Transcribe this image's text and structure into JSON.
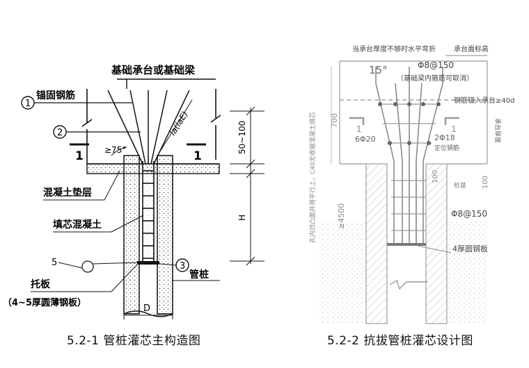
{
  "left": {
    "caption": "5.2-1   管桩灌芯主构造图",
    "label_top": "基础承台或基础梁",
    "label_anchor": "锚固钢筋",
    "num1": "1",
    "num2": "2",
    "num3": "3",
    "angle": "≥75°",
    "anchor_length": "la(laE)",
    "dim_50_100": "50~100",
    "dim_H": "H",
    "section_mark": "1",
    "label_cushion": "混凝土垫层",
    "label_core": "填芯混凝土",
    "label_plate_mark": "5",
    "label_plate": "托板",
    "label_plate_detail": "（4~5厚圆薄钢板）",
    "label_pile": "管桩",
    "dim_D": "D"
  },
  "right": {
    "caption": "5.2-2   抗拔管桩灌芯设计图",
    "note_bend": "当承台厚度不够时水平弯折",
    "note_top": "承台面标高",
    "angle": "15°",
    "stirrup": "Φ8@150",
    "stirrup_note": "（基础梁内箍筋可取消）",
    "anchor_note": "钢筋锚入承台≥40d",
    "side_note": "承台厚度",
    "dim_700": "700",
    "rebar_left": "6Φ20",
    "rebar_right": "2Φ18",
    "rebar_right_note": "定位钢筋",
    "section_left": "1",
    "section_right": "1",
    "vertical_note": "孔内凹凸面并用平行上，C40无收缩混凝土填芯",
    "dim_100a": "100",
    "dim_100b": "100",
    "dim_4500": "≥4500",
    "stirrup2": "Φ8@150",
    "plate": "4厚圆钢板",
    "mark_small": "桩基"
  }
}
